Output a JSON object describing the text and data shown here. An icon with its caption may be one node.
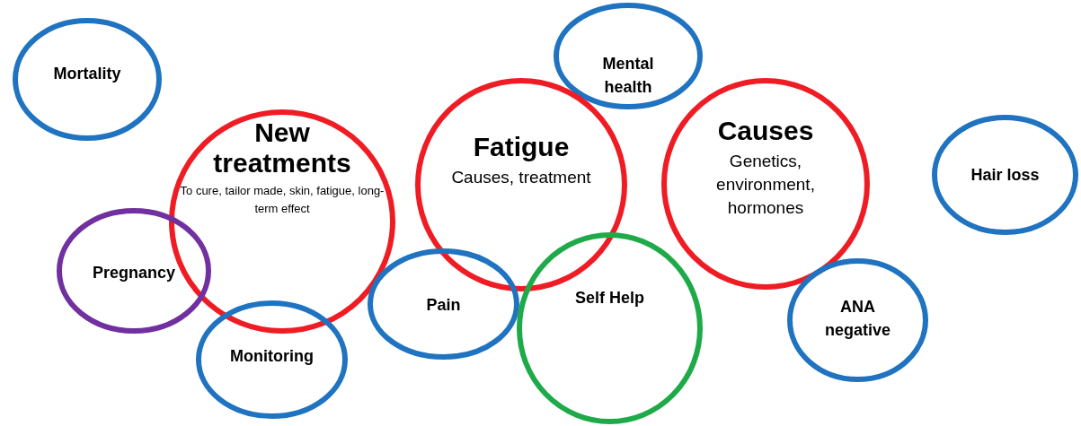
{
  "diagram": {
    "nodes": [
      {
        "text": [
          "Mortality"
        ]
      },
      {
        "text": [
          "New treatments",
          "To cure, tailor made, skin, fatigue, long-term effect"
        ]
      },
      {
        "text": [
          "Mental health"
        ]
      },
      {
        "text": [
          "Fatigue",
          "Causes, treatment"
        ]
      },
      {
        "text": [
          "Causes",
          "Genetics, environment, hormones"
        ]
      },
      {
        "text": [
          "Hair loss"
        ]
      },
      {
        "text": [
          "Pregnancy"
        ]
      },
      {
        "text": [
          "Pain"
        ]
      },
      {
        "text": [
          "Self Help"
        ]
      },
      {
        "text": [
          "ANA negative"
        ]
      },
      {
        "text": [
          "Monitoring"
        ]
      }
    ]
  }
}
